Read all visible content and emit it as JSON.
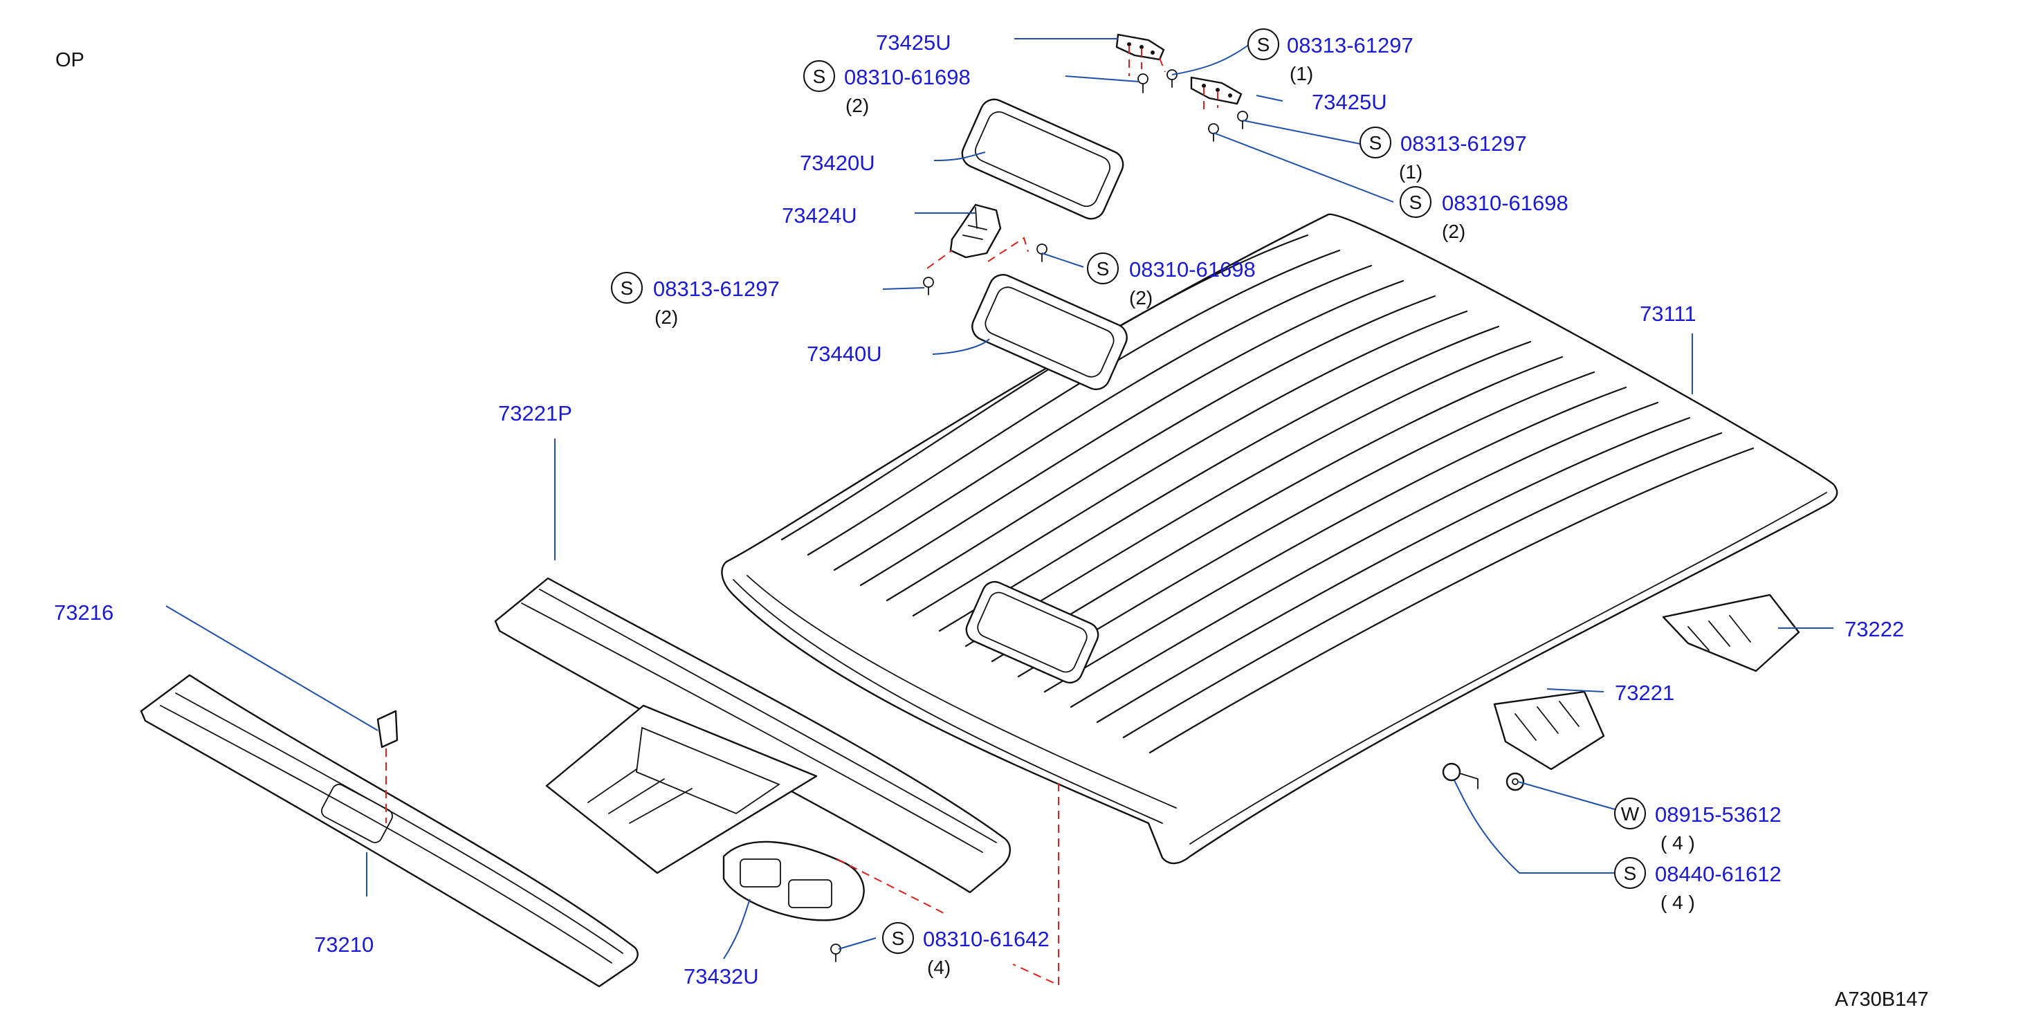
{
  "diagram": {
    "corner_label": "OP",
    "drawing_code": "A730B147",
    "colors": {
      "part_number": "#1a1ad6",
      "leader": "#1f4fa8",
      "install_line": "#e0201c",
      "outline": "#111111"
    },
    "callouts": [
      {
        "id": "c1",
        "number": "73425U",
        "symbol": "",
        "qty": ""
      },
      {
        "id": "c2",
        "number": "08313-61297",
        "symbol": "S",
        "qty": "(1)"
      },
      {
        "id": "c3",
        "number": "08310-61698",
        "symbol": "S",
        "qty": "(2)"
      },
      {
        "id": "c4",
        "number": "73425U",
        "symbol": "",
        "qty": ""
      },
      {
        "id": "c5",
        "number": "08313-61297",
        "symbol": "S",
        "qty": "(1)"
      },
      {
        "id": "c6",
        "number": "73420U",
        "symbol": "",
        "qty": ""
      },
      {
        "id": "c7",
        "number": "08310-61698",
        "symbol": "S",
        "qty": "(2)"
      },
      {
        "id": "c8",
        "number": "73424U",
        "symbol": "",
        "qty": ""
      },
      {
        "id": "c9",
        "number": "08310-61698",
        "symbol": "S",
        "qty": "(2)"
      },
      {
        "id": "c10",
        "number": "08313-61297",
        "symbol": "S",
        "qty": "(2)"
      },
      {
        "id": "c11",
        "number": "73111",
        "symbol": "",
        "qty": ""
      },
      {
        "id": "c12",
        "number": "73440U",
        "symbol": "",
        "qty": ""
      },
      {
        "id": "c13",
        "number": "73221P",
        "symbol": "",
        "qty": ""
      },
      {
        "id": "c14",
        "number": "73216",
        "symbol": "",
        "qty": ""
      },
      {
        "id": "c15",
        "number": "73222",
        "symbol": "",
        "qty": ""
      },
      {
        "id": "c16",
        "number": "73221",
        "symbol": "",
        "qty": ""
      },
      {
        "id": "c17",
        "number": "08915-53612",
        "symbol": "W",
        "qty": "( 4 )"
      },
      {
        "id": "c18",
        "number": "08440-61612",
        "symbol": "S",
        "qty": "( 4 )"
      },
      {
        "id": "c19",
        "number": "73210",
        "symbol": "",
        "qty": ""
      },
      {
        "id": "c20",
        "number": "08310-61642",
        "symbol": "S",
        "qty": "(4)"
      },
      {
        "id": "c21",
        "number": "73432U",
        "symbol": "",
        "qty": ""
      }
    ]
  }
}
